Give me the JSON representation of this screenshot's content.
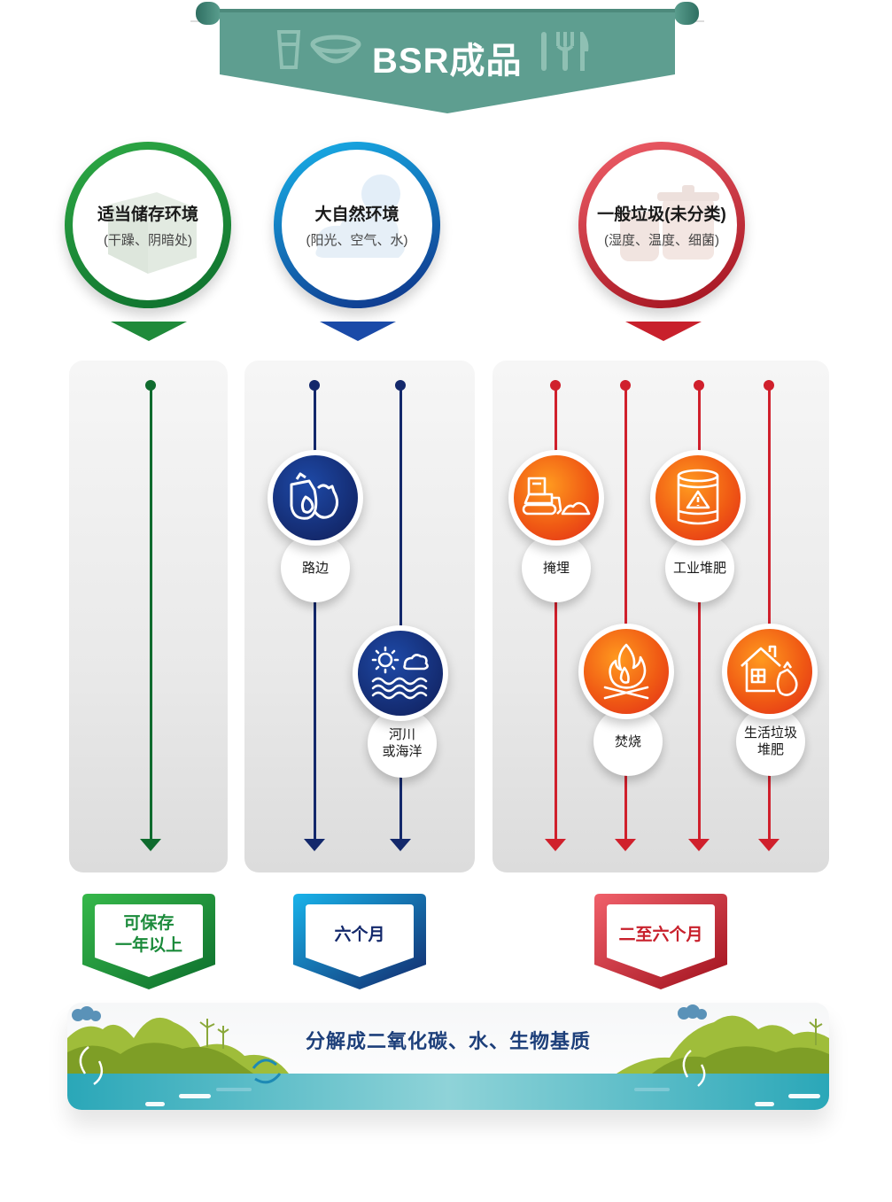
{
  "title": "BSR成品",
  "conditions": [
    {
      "title": "适当储存环境",
      "subtitle": "(干躁、阴暗处)",
      "color": "#1a8a3a"
    },
    {
      "title": "大自然环境",
      "subtitle": "(阳光、空气、水)",
      "color": "#1a4aa8"
    },
    {
      "title": "一般垃圾(未分类)",
      "subtitle": "(湿度、温度、细菌)",
      "color": "#c8202c"
    }
  ],
  "scenarios": {
    "roadside": "路边",
    "river_ocean": "河川\n或海洋",
    "landfill": "掩埋",
    "industrial_compost": "工业堆肥",
    "incineration": "焚烧",
    "household_compost": "生活垃圾\n堆肥"
  },
  "durations": [
    {
      "text": "可保存\n一年以上",
      "color": "#1a8a3a"
    },
    {
      "text": "六个月",
      "color": "#13286b"
    },
    {
      "text": "二至六个月",
      "color": "#c8202c"
    }
  ],
  "footer": {
    "text": "分解成二氧化碳、水、生物基质"
  },
  "icons": {
    "banner_left": [
      "cup-icon",
      "bowl-icon"
    ],
    "banner_right": [
      "fork-knife-icon"
    ],
    "roadside": "trash-bags-icon",
    "river_ocean": "sun-waves-icon",
    "landfill": "bulldozer-icon",
    "industrial_compost": "hazard-barrel-icon",
    "incineration": "fire-icon",
    "household_compost": "house-bag-icon"
  }
}
